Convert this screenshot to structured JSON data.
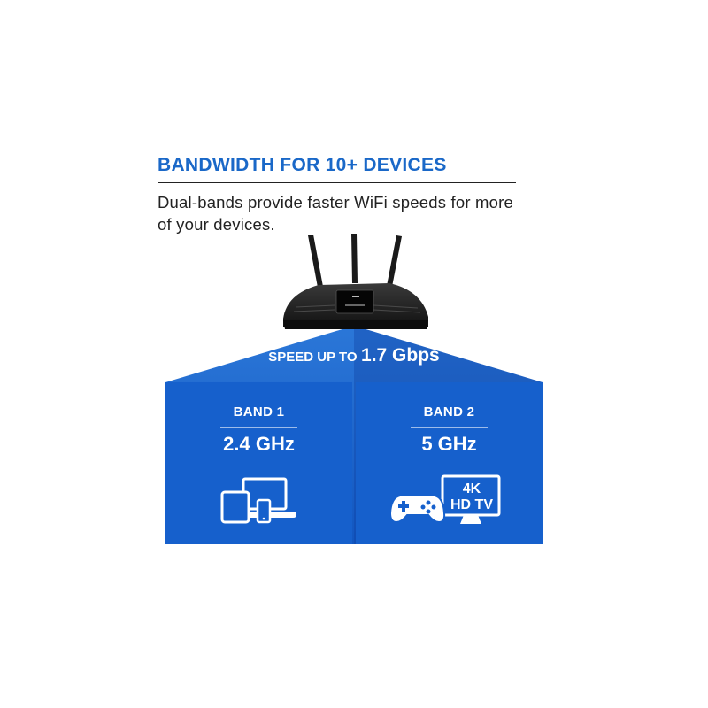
{
  "headline": "BANDWIDTH FOR 10+ DEVICES",
  "description": "Dual-bands provide faster WiFi speeds for more of your devices.",
  "speed": {
    "prefix": "SPEED UP TO",
    "value": "1.7 Gbps"
  },
  "bands": [
    {
      "label": "BAND 1",
      "frequency": "2.4 GHz",
      "icon": "devices-icon"
    },
    {
      "label": "BAND 2",
      "frequency": "5 GHz",
      "icon": "gaming-tv-icon",
      "tv_line1": "4K",
      "tv_line2": "HD TV"
    }
  ],
  "colors": {
    "accent": "#1a68c8",
    "panel": "#1660cc",
    "fan_light": "#2b77d8",
    "fan_dark": "#0d3fa0",
    "router": "#1d1d1d",
    "text": "#222222"
  }
}
